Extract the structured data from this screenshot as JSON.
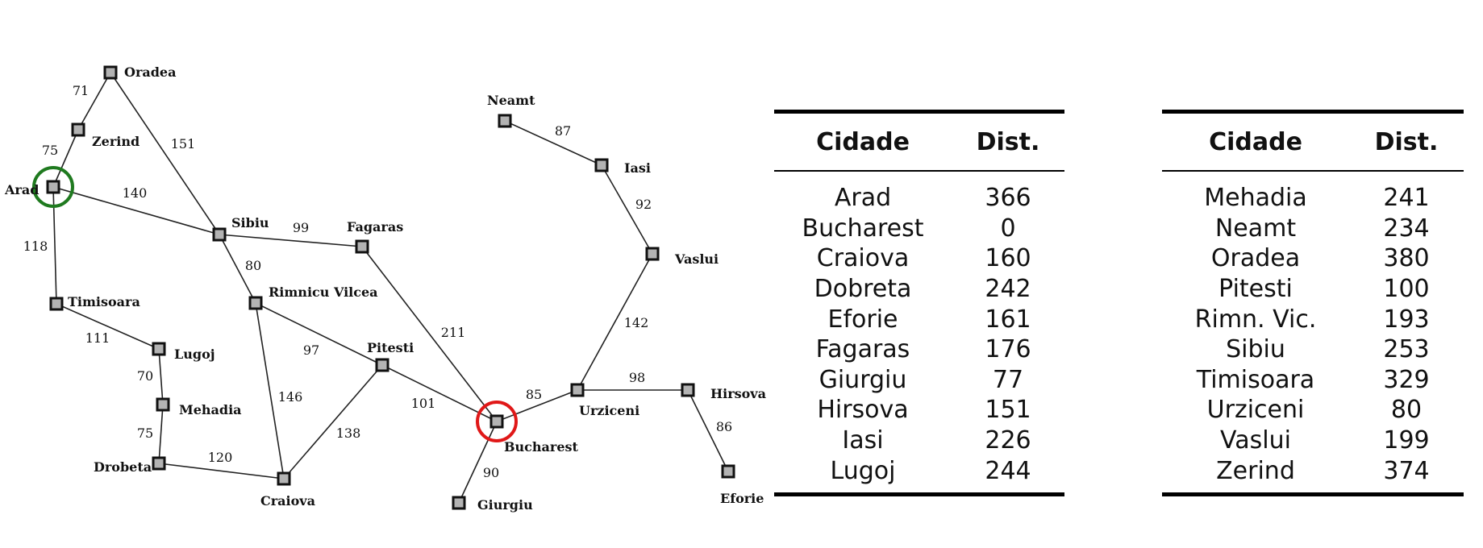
{
  "graph": {
    "cities": {
      "oradea": "Oradea",
      "zerind": "Zerind",
      "arad": "Arad",
      "timisoara": "Timisoara",
      "lugoj": "Lugoj",
      "mehadia": "Mehadia",
      "drobeta": "Drobeta",
      "craiova": "Craiova",
      "sibiu": "Sibiu",
      "rimnicu": "Rimnicu Vilcea",
      "fagaras": "Fagaras",
      "pitesti": "Pitesti",
      "bucharest": "Bucharest",
      "giurgiu": "Giurgiu",
      "urziceni": "Urziceni",
      "hirsova": "Hirsova",
      "eforie": "Eforie",
      "vaslui": "Vaslui",
      "iasi": "Iasi",
      "neamt": "Neamt"
    },
    "roads": [
      {
        "from": "oradea",
        "to": "zerind",
        "dist": "71"
      },
      {
        "from": "zerind",
        "to": "arad",
        "dist": "75"
      },
      {
        "from": "oradea",
        "to": "sibiu",
        "dist": "151"
      },
      {
        "from": "arad",
        "to": "sibiu",
        "dist": "140"
      },
      {
        "from": "arad",
        "to": "timisoara",
        "dist": "118"
      },
      {
        "from": "timisoara",
        "to": "lugoj",
        "dist": "111"
      },
      {
        "from": "lugoj",
        "to": "mehadia",
        "dist": "70"
      },
      {
        "from": "mehadia",
        "to": "drobeta",
        "dist": "75"
      },
      {
        "from": "drobeta",
        "to": "craiova",
        "dist": "120"
      },
      {
        "from": "sibiu",
        "to": "fagaras",
        "dist": "99"
      },
      {
        "from": "sibiu",
        "to": "rimnicu",
        "dist": "80"
      },
      {
        "from": "rimnicu",
        "to": "pitesti",
        "dist": "97"
      },
      {
        "from": "rimnicu",
        "to": "craiova",
        "dist": "146"
      },
      {
        "from": "craiova",
        "to": "pitesti",
        "dist": "138"
      },
      {
        "from": "fagaras",
        "to": "bucharest",
        "dist": "211"
      },
      {
        "from": "pitesti",
        "to": "bucharest",
        "dist": "101"
      },
      {
        "from": "bucharest",
        "to": "giurgiu",
        "dist": "90"
      },
      {
        "from": "bucharest",
        "to": "urziceni",
        "dist": "85"
      },
      {
        "from": "urziceni",
        "to": "hirsova",
        "dist": "98"
      },
      {
        "from": "hirsova",
        "to": "eforie",
        "dist": "86"
      },
      {
        "from": "urziceni",
        "to": "vaslui",
        "dist": "142"
      },
      {
        "from": "vaslui",
        "to": "iasi",
        "dist": "92"
      },
      {
        "from": "iasi",
        "to": "neamt",
        "dist": "87"
      }
    ],
    "start_city": "arad",
    "goal_city": "bucharest",
    "start_color": "#1f7a1f",
    "goal_color": "#e01818"
  },
  "table_left": {
    "header_city": "Cidade",
    "header_dist": "Dist.",
    "rows": [
      {
        "city": "Arad",
        "dist": "366"
      },
      {
        "city": "Bucharest",
        "dist": "0"
      },
      {
        "city": "Craiova",
        "dist": "160"
      },
      {
        "city": "Dobreta",
        "dist": "242"
      },
      {
        "city": "Eforie",
        "dist": "161"
      },
      {
        "city": "Fagaras",
        "dist": "176"
      },
      {
        "city": "Giurgiu",
        "dist": "77"
      },
      {
        "city": "Hirsova",
        "dist": "151"
      },
      {
        "city": "Iasi",
        "dist": "226"
      },
      {
        "city": "Lugoj",
        "dist": "244"
      }
    ]
  },
  "table_right": {
    "header_city": "Cidade",
    "header_dist": "Dist.",
    "rows": [
      {
        "city": "Mehadia",
        "dist": "241"
      },
      {
        "city": "Neamt",
        "dist": "234"
      },
      {
        "city": "Oradea",
        "dist": "380"
      },
      {
        "city": "Pitesti",
        "dist": "100"
      },
      {
        "city": "Rimn. Vic.",
        "dist": "193"
      },
      {
        "city": "Sibiu",
        "dist": "253"
      },
      {
        "city": "Timisoara",
        "dist": "329"
      },
      {
        "city": "Urziceni",
        "dist": "80"
      },
      {
        "city": "Vaslui",
        "dist": "199"
      },
      {
        "city": "Zerind",
        "dist": "374"
      }
    ]
  }
}
